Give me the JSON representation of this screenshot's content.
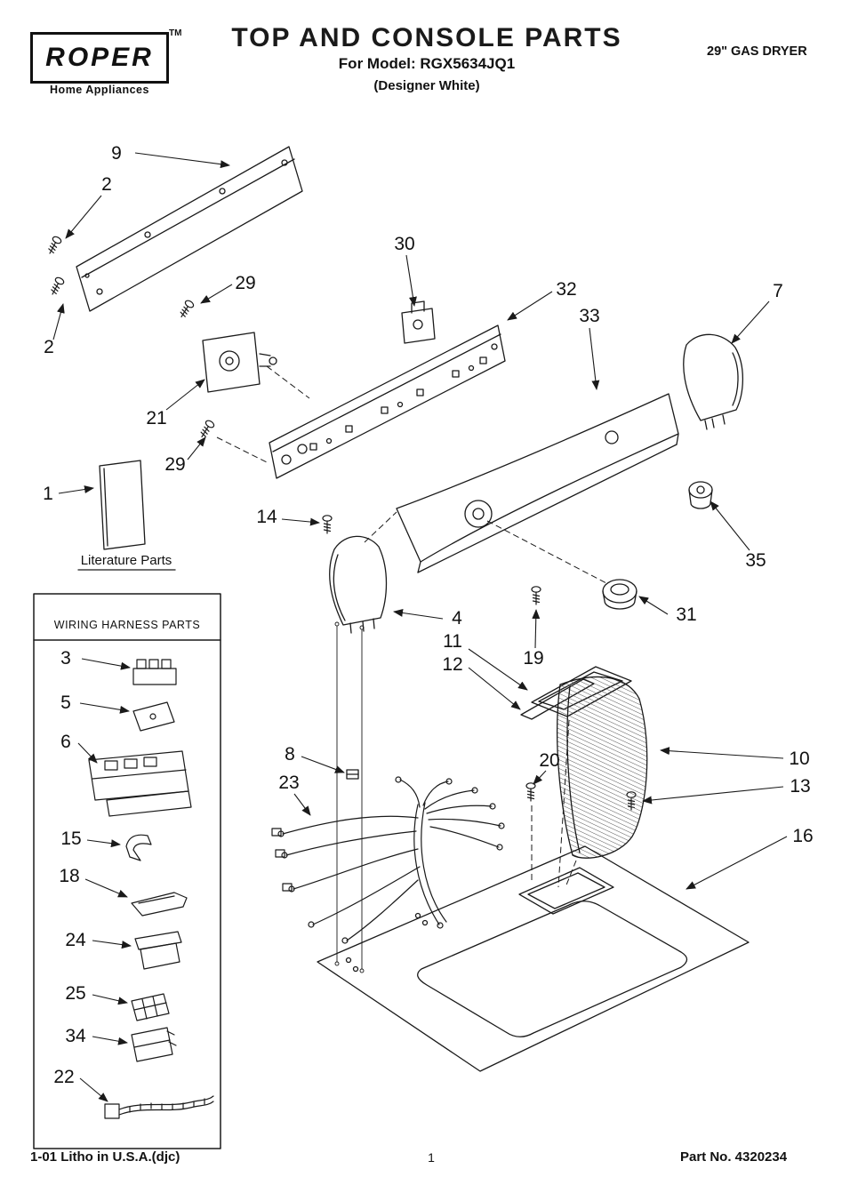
{
  "header": {
    "brand": "ROPER",
    "brand_tm": "TM",
    "brand_tagline": "Home Appliances",
    "title": "TOP AND CONSOLE PARTS",
    "model": "For Model: RGX5634JQ1",
    "finish": "(Designer White)",
    "product": "29\" GAS DRYER"
  },
  "diagram": {
    "literature_label": "Literature Parts",
    "callouts": [
      "9",
      "2",
      "2",
      "29",
      "30",
      "32",
      "33",
      "7",
      "21",
      "29",
      "1",
      "14",
      "35",
      "31",
      "4",
      "11",
      "12",
      "19",
      "8",
      "23",
      "20",
      "10",
      "13",
      "16"
    ]
  },
  "wiring_box": {
    "title": "WIRING HARNESS PARTS",
    "items": [
      "3",
      "5",
      "6",
      "15",
      "18",
      "24",
      "25",
      "34",
      "22"
    ]
  },
  "footer": {
    "left": "1-01 Litho in U.S.A.(djc)",
    "page": "1",
    "right": "Part No. 4320234"
  }
}
